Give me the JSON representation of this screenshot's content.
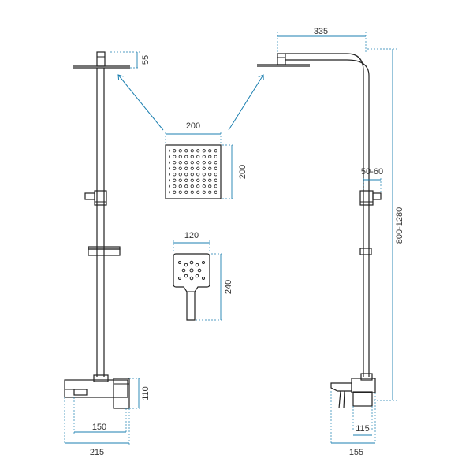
{
  "colors": {
    "line": "#222222",
    "dimension": "#1b7fb0",
    "text": "#333333",
    "background": "#ffffff"
  },
  "dimensions": {
    "top_head_height": "55",
    "right_head_width": "335",
    "head_width": "200",
    "head_height": "200",
    "hand_width": "120",
    "hand_height": "240",
    "slider_range": "50-60",
    "total_height": "800-1280",
    "mixer_height": "110",
    "mixer_inner_width": "150",
    "mixer_outer_width": "215",
    "side_mixer_width": "115",
    "side_mixer_depth": "155"
  }
}
